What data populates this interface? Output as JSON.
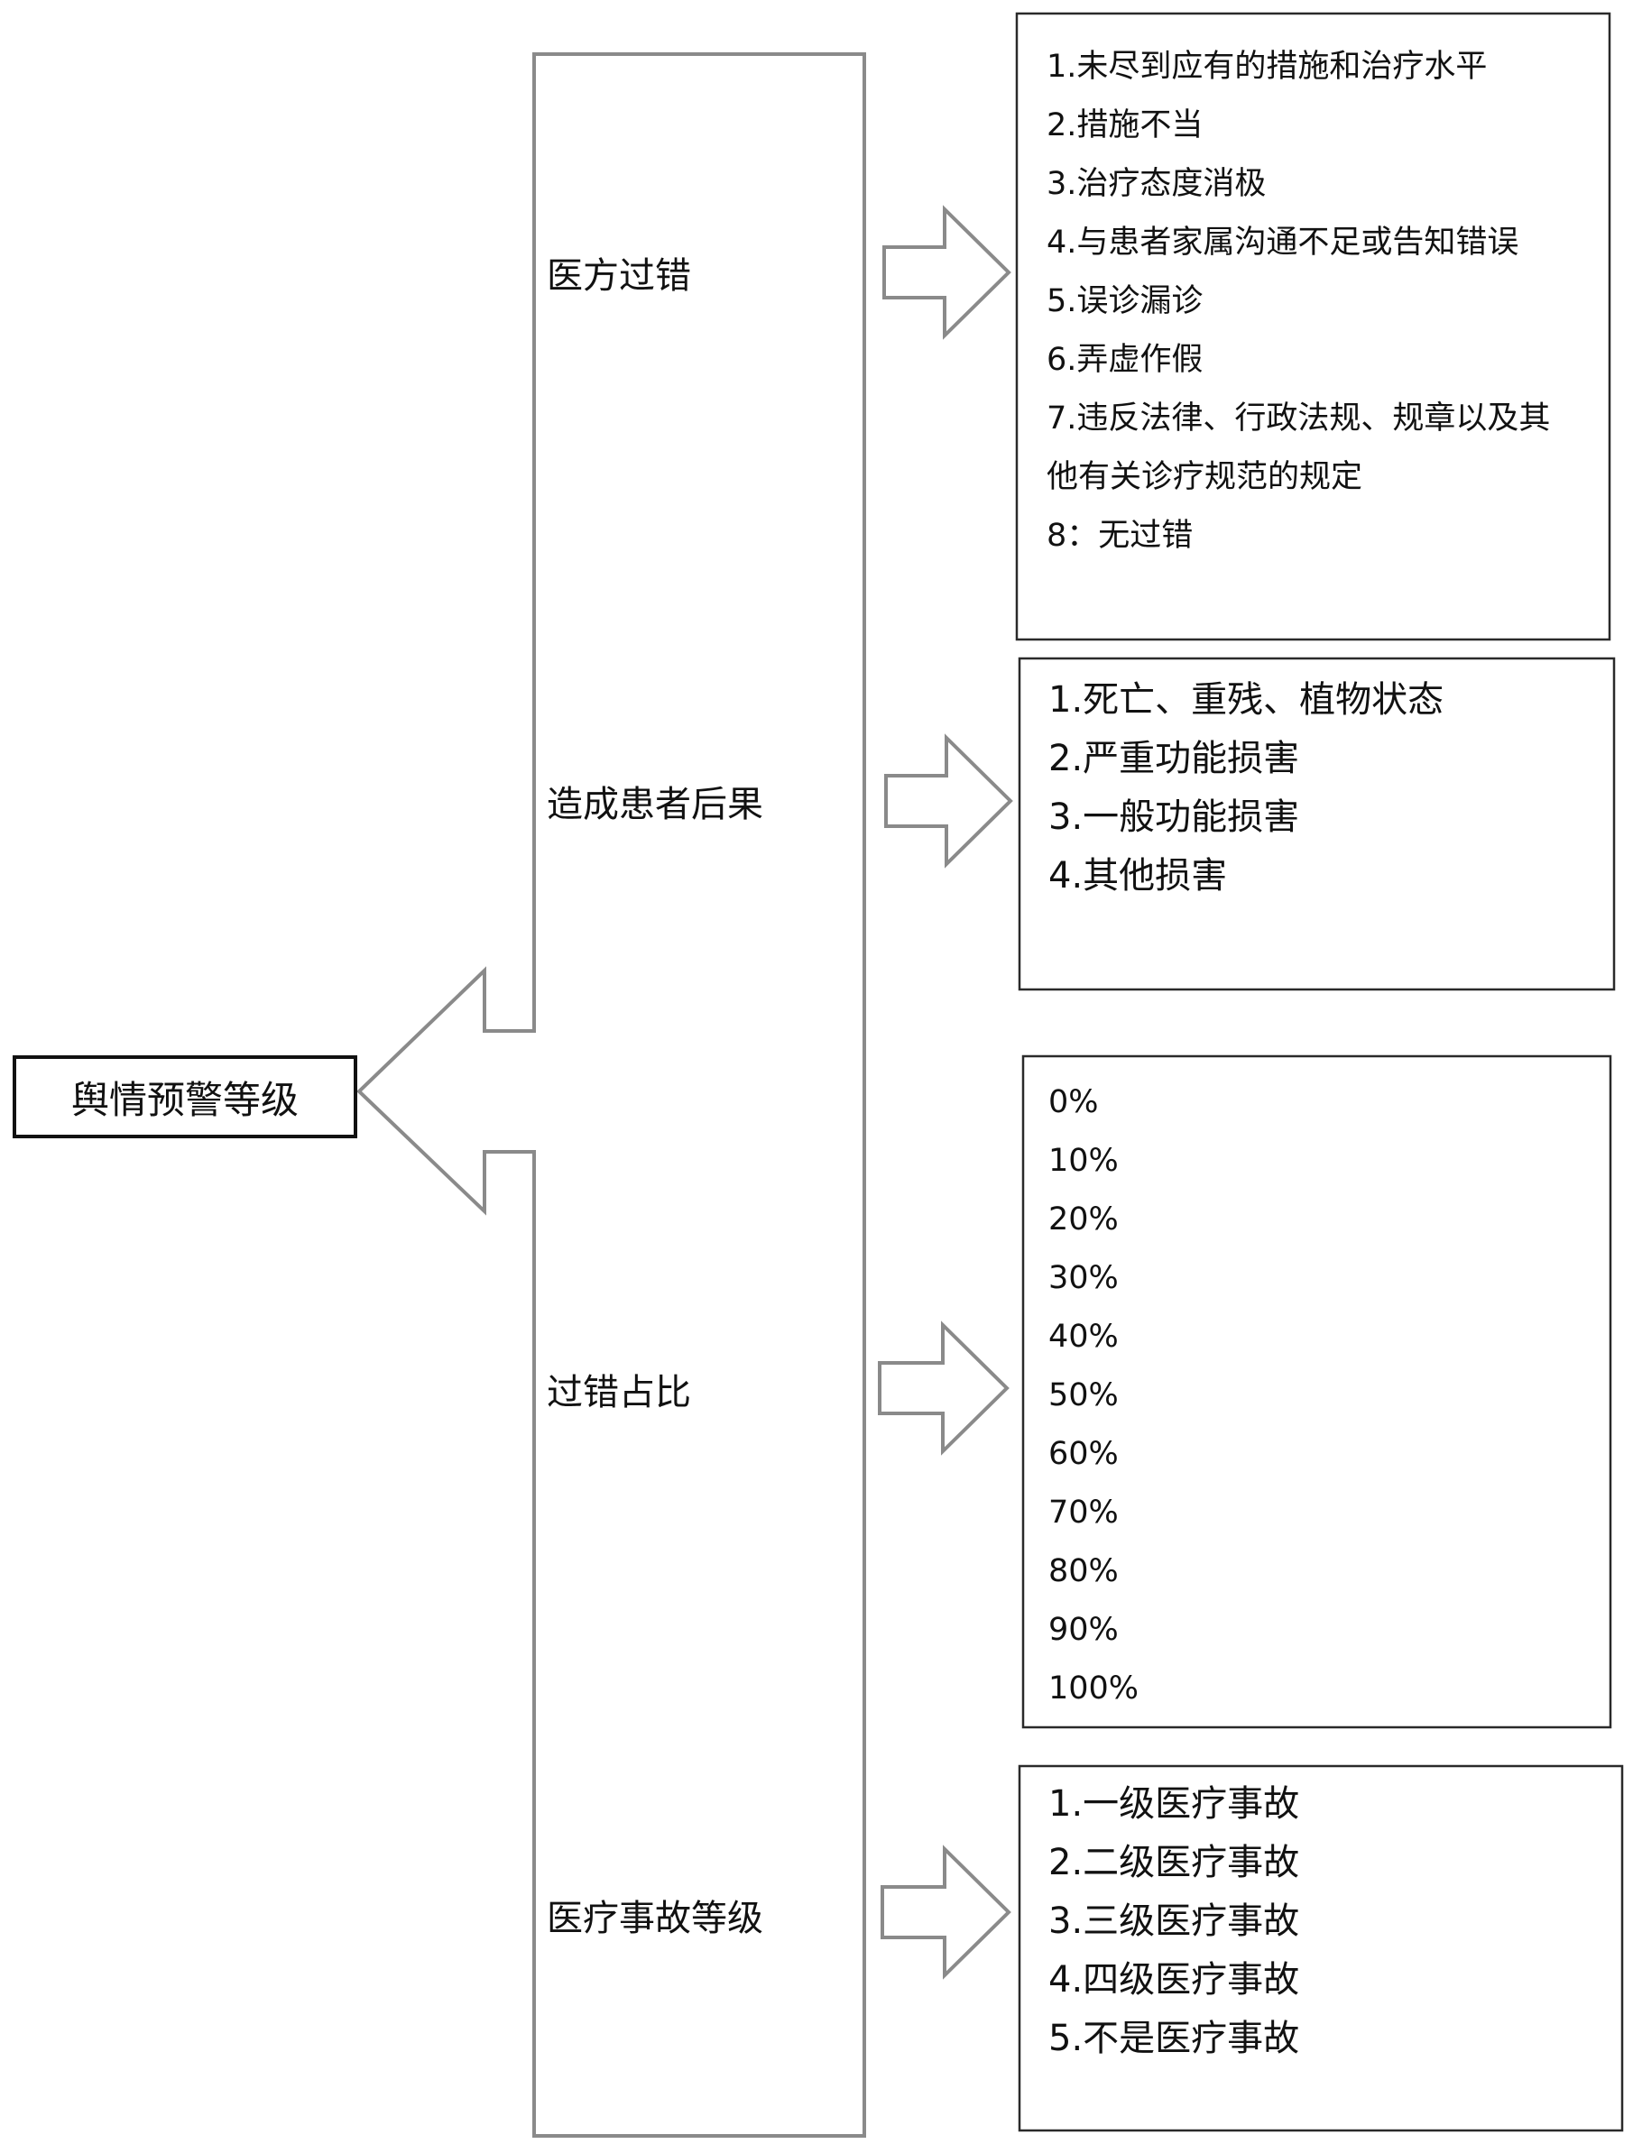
{
  "root": {
    "label": "舆情预警等级"
  },
  "categories": [
    {
      "label": "医方过错",
      "items": [
        "1.未尽到应有的措施和治疗水平",
        "2.措施不当",
        "3.治疗态度消极",
        "4.与患者家属沟通不足或告知错误",
        "5.误诊漏诊",
        "6.弄虚作假",
        "7.违反法律、行政法规、规章以及其",
        "他有关诊疗规范的规定",
        "8：无过错"
      ]
    },
    {
      "label": "造成患者后果",
      "items": [
        "1.死亡、重残、植物状态",
        "2.严重功能损害",
        "3.一般功能损害",
        "4.其他损害"
      ]
    },
    {
      "label": "过错占比",
      "items": [
        "0%",
        "10%",
        "20%",
        "30%",
        "40%",
        "50%",
        "60%",
        "70%",
        "80%",
        "90%",
        "100%"
      ]
    },
    {
      "label": "医疗事故等级",
      "items": [
        "1.一级医疗事故",
        "2.二级医疗事故",
        "3.三级医疗事故",
        "4.四级医疗事故",
        "5.不是医疗事故"
      ]
    }
  ]
}
